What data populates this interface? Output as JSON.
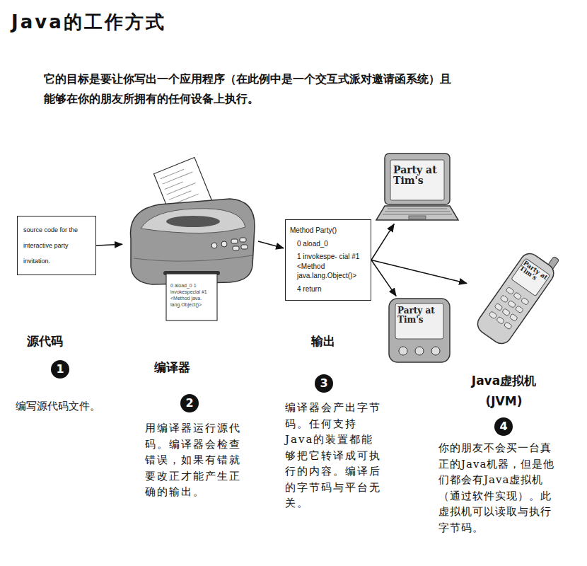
{
  "diagram": {
    "title": "Java的工作方式",
    "nodes": [
      {
        "text": [
          "source code for the interactive party invitation."
        ]
      },
      {
        "text": [
          "0 aload_0 1 invokespecial #1 <Method java. lang.Object()>"
        ]
      },
      {
        "text": [
          "Method Party()",
          "0 aload_0",
          "1 invokespe- cial #1 <Method java.lang.Object()>",
          "4 return"
        ]
      },
      {
        "text": [
          "Party at Tim's"
        ]
      },
      {
        "text": [
          "Party at Tim's"
        ]
      },
      {
        "text": [
          "Party at Tim's"
        ]
      }
    ],
    "edges": [
      {
        "from": 0,
        "to": 1,
        "arrow": "to"
      },
      {
        "from": 1,
        "to": 2,
        "arrow": "to"
      },
      {
        "from": 2,
        "to": 3,
        "arrow": "to"
      },
      {
        "from": 2,
        "to": 4,
        "arrow": "to"
      },
      {
        "from": 2,
        "to": 5,
        "arrow": "to"
      }
    ],
    "labels": [
      "它的目标是要让你写出一个应用程序（在此例中是一个交互式派对邀请函系统）且能够在你的朋友所拥有的任何设备上执行。",
      "源代码",
      "1",
      "编写源代码文件。",
      "编译器",
      "2",
      "用编译器运行源代码。编译器会检查错误，如果有错就要改正才能产生正确的输出。",
      "输出",
      "3",
      "编译器会产出字节码。任何支持Java的装置都能够把它转译成可执行的内容。编译后的字节码与平台无关。",
      "Java虚拟机 (JVM)",
      "4",
      "你的朋友不会买一台真正的Java机器，但是他们都会有Java虚拟机（通过软件实现）。此虚拟机可以读取与执行字节码。"
    ]
  }
}
